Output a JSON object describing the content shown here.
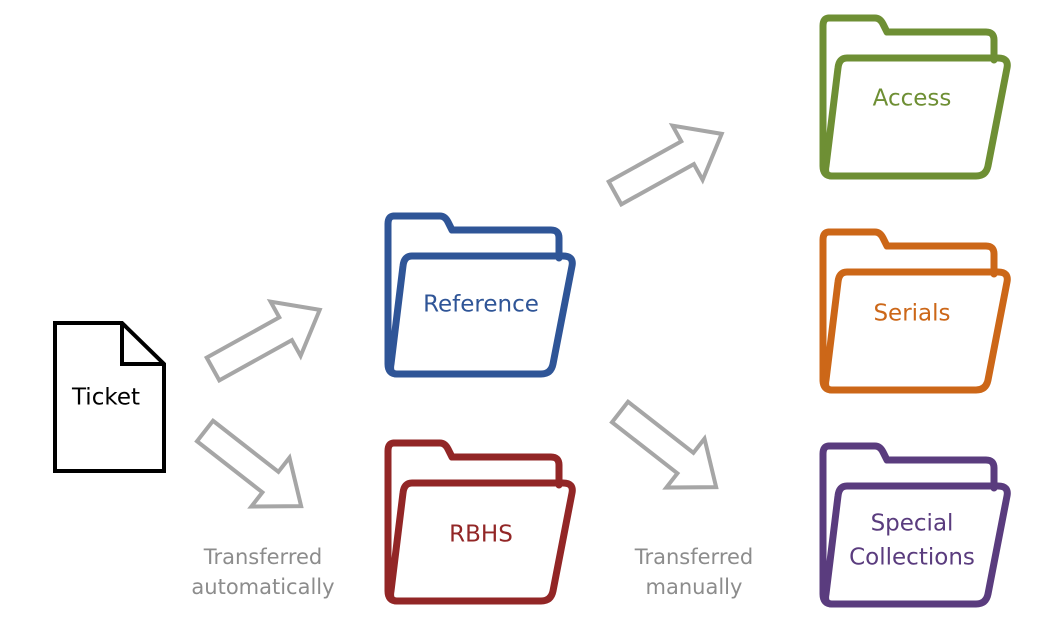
{
  "nodes": {
    "ticket": {
      "label": "Ticket",
      "color": "#000000"
    },
    "reference": {
      "label": "Reference",
      "color": "#2f5597"
    },
    "rbhs": {
      "label": "RBHS",
      "color": "#922626"
    },
    "access": {
      "label": "Access",
      "color": "#6e8f34"
    },
    "serials": {
      "label": "Serials",
      "color": "#cc6718"
    },
    "special": {
      "label_line1": "Special",
      "label_line2": "Collections",
      "color": "#5a3c7e"
    }
  },
  "captions": {
    "auto_line1": "Transferred",
    "auto_line2": "automatically",
    "manual_line1": "Transferred",
    "manual_line2": "manually",
    "color": "#8c8c8c"
  },
  "arrow_color": "#a6a6a6"
}
